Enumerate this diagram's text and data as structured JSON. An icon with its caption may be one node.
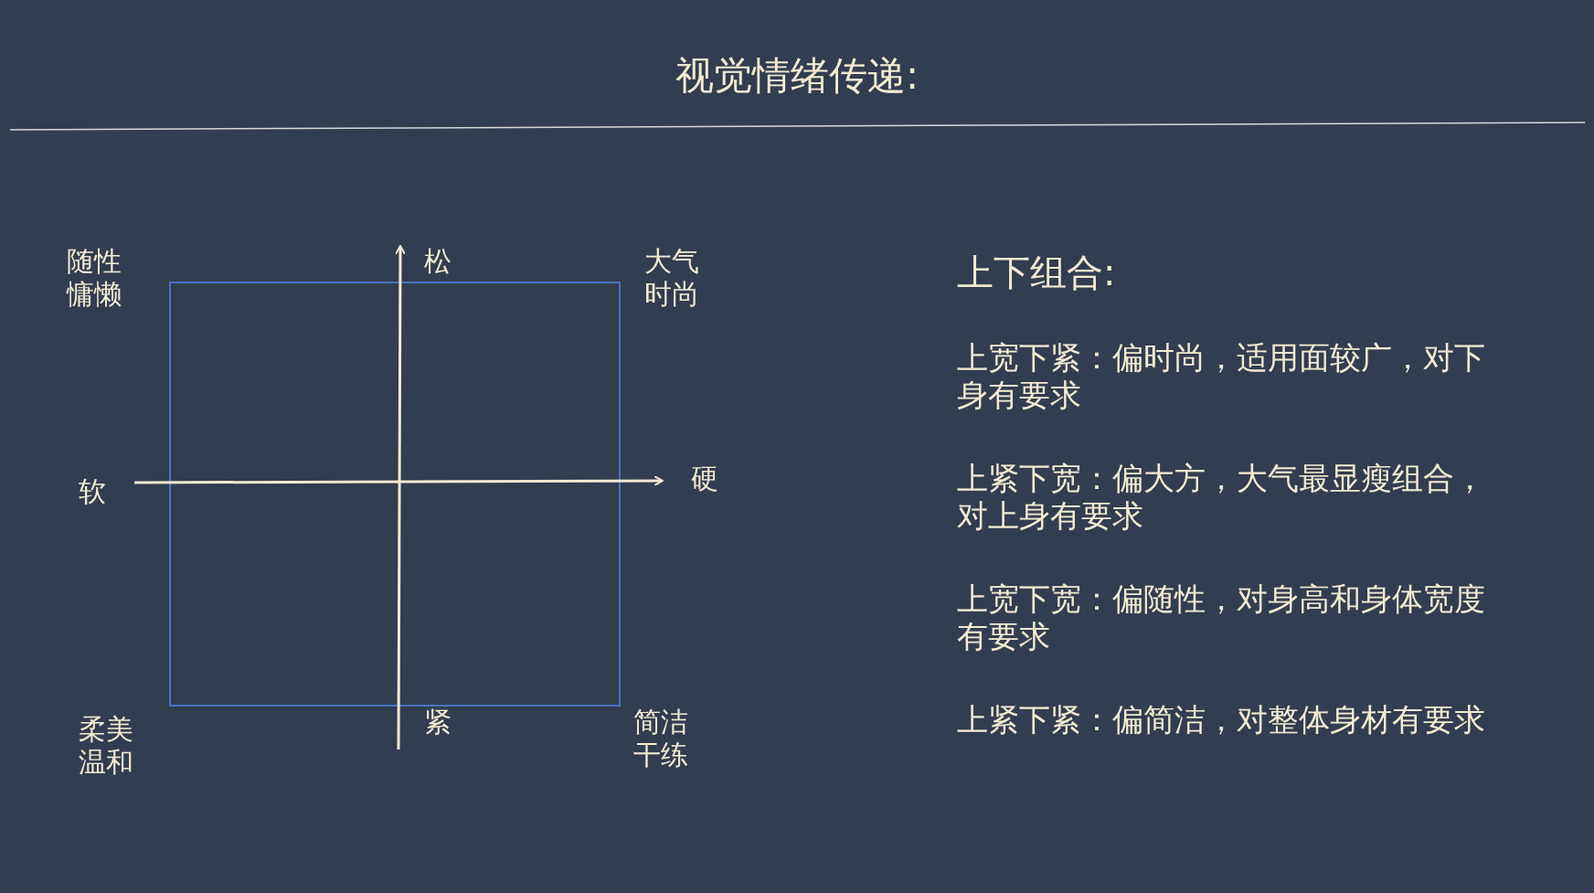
{
  "diagram": {
    "title": "视觉情绪传递:",
    "labels": [
      "随性慵懒",
      "松",
      "大气时尚",
      "软",
      "硬",
      "柔美温和",
      "紧",
      "简洁干练",
      "上下组合:",
      "上宽下紧：偏时尚，适用面较广，对下身有要求",
      "上紧下宽：偏大方，大气最显瘦组合，对上身有要求",
      "上宽下宽：偏随性，对身高和身体宽度有要求",
      "上紧下紧：偏简洁，对整体身材有要求"
    ]
  }
}
